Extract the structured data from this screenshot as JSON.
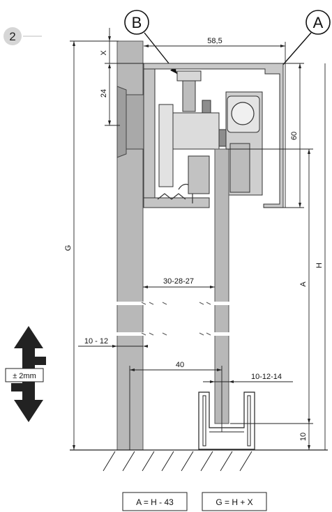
{
  "step_number": "2",
  "callouts": {
    "profile_letter": "A",
    "detail_letter": "B"
  },
  "dimensions": {
    "width_top": "58,5",
    "x": "X",
    "d24": "24",
    "d60": "60",
    "g": "G",
    "h": "H",
    "a": "A",
    "glass_gap": "30-28-27",
    "glass_thickness": "10 - 12",
    "d40": "40",
    "bottom_thickness": "10-12-14",
    "d10": "10"
  },
  "adjustment": {
    "label": "± 2mm"
  },
  "formulas": {
    "a": "A = H - 43",
    "g": "G = H + X"
  },
  "colors": {
    "panel": "#b7b7b7",
    "profile": "#c9c9c9",
    "line": "#1a1a1a",
    "arrow": "#222222"
  }
}
